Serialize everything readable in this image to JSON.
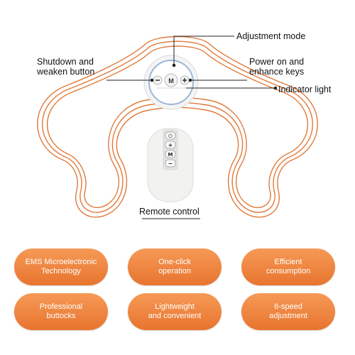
{
  "callouts": {
    "adjustment_mode": "Adjustment mode",
    "shutdown": "Shutdown and\nweaken button",
    "power_on": "Power on and\nenhance keys",
    "indicator": "Indicator light",
    "remote": "Remote control"
  },
  "controller_buttons": {
    "minus": "−",
    "mode": "M",
    "plus": "+"
  },
  "remote_buttons": [
    "⏻",
    "+",
    "M",
    "−"
  ],
  "features": [
    "EMS Microelectronic\nTechnology",
    "One-click\noperation",
    "Efficient\nconsumption",
    "Professional\nbuttocks",
    "Lightweight\nand convenient",
    "6-speed\nadjustment"
  ],
  "colors": {
    "outline": "#e07a3a",
    "pill_top": "#f59a56",
    "pill_bottom": "#e8742f",
    "controller_ring": "#9ab8d8"
  }
}
